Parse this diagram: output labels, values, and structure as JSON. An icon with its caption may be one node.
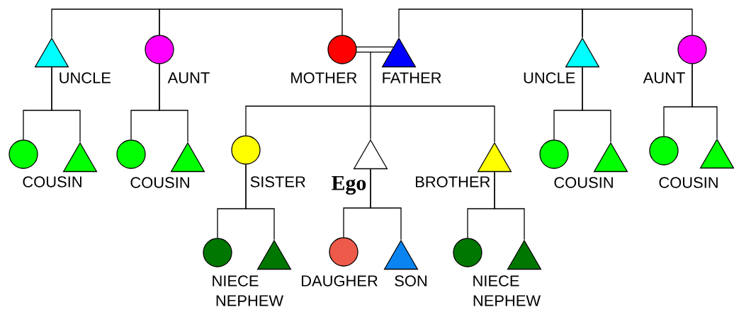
{
  "diagram": {
    "nodes": [
      {
        "text": [],
        "shape": "triangle",
        "beside": [
          "UNCLE"
        ]
      },
      {
        "text": [],
        "shape": "circle",
        "beside": [
          "AUNT"
        ]
      },
      {
        "text": [],
        "shape": "circle",
        "beside": [
          "MOTHER"
        ]
      },
      {
        "text": [],
        "shape": "triangle",
        "beside": [
          "FATHER"
        ]
      },
      {
        "text": [],
        "shape": "triangle",
        "beside": [
          "UNCLE"
        ]
      },
      {
        "text": [],
        "shape": "circle",
        "beside": [
          "AUNT"
        ]
      },
      {
        "text": [],
        "shape": "circle"
      },
      {
        "text": [],
        "shape": "triangle"
      },
      {
        "text": [],
        "shape": "circle"
      },
      {
        "text": [],
        "shape": "triangle"
      },
      {
        "text": [],
        "shape": "circle",
        "beside": [
          "SISTER"
        ]
      },
      {
        "text": [],
        "shape": "triangle",
        "beside": [
          "Ego"
        ]
      },
      {
        "text": [],
        "shape": "triangle",
        "beside": [
          "BROTHER"
        ]
      },
      {
        "text": [],
        "shape": "circle"
      },
      {
        "text": [],
        "shape": "triangle"
      },
      {
        "text": [],
        "shape": "circle"
      },
      {
        "text": [],
        "shape": "triangle"
      },
      {
        "text": [],
        "shape": "circle",
        "beside": [
          "NIECE"
        ]
      },
      {
        "text": [],
        "shape": "triangle",
        "beside": [
          "NEPHEW"
        ]
      },
      {
        "text": [],
        "shape": "circle",
        "beside": [
          "DAUGHER"
        ]
      },
      {
        "text": [],
        "shape": "triangle",
        "beside": [
          "SON"
        ]
      },
      {
        "text": [],
        "shape": "circle",
        "beside": [
          "NIECE"
        ]
      },
      {
        "text": [],
        "shape": "triangle",
        "beside": [
          "NEPHEW"
        ]
      }
    ],
    "edges": [
      {
        "from": 0,
        "to": 1,
        "arrow": "none"
      },
      {
        "from": 1,
        "to": 2,
        "arrow": "none"
      },
      {
        "from": 2,
        "to": 3,
        "arrow": "none"
      },
      {
        "from": 2,
        "to": 3,
        "arrow": "none"
      },
      {
        "from": 3,
        "to": 4,
        "arrow": "none"
      },
      {
        "from": 4,
        "to": 5,
        "arrow": "none"
      },
      {
        "from": 2,
        "to": 10,
        "arrow": "none"
      },
      {
        "from": 2,
        "to": 11,
        "arrow": "none"
      },
      {
        "from": 2,
        "to": 12,
        "arrow": "none"
      },
      {
        "from": 3,
        "to": 10,
        "arrow": "none"
      },
      {
        "from": 3,
        "to": 11,
        "arrow": "none"
      },
      {
        "from": 3,
        "to": 12,
        "arrow": "none"
      },
      {
        "from": 0,
        "to": 6,
        "arrow": "none"
      },
      {
        "from": 0,
        "to": 7,
        "arrow": "none"
      },
      {
        "from": 1,
        "to": 8,
        "arrow": "none"
      },
      {
        "from": 1,
        "to": 9,
        "arrow": "none"
      },
      {
        "from": 4,
        "to": 13,
        "arrow": "none"
      },
      {
        "from": 4,
        "to": 14,
        "arrow": "none"
      },
      {
        "from": 5,
        "to": 15,
        "arrow": "none"
      },
      {
        "from": 5,
        "to": 16,
        "arrow": "none"
      },
      {
        "from": 10,
        "to": 17,
        "arrow": "none"
      },
      {
        "from": 10,
        "to": 18,
        "arrow": "none"
      },
      {
        "from": 11,
        "to": 19,
        "arrow": "none"
      },
      {
        "from": 11,
        "to": 20,
        "arrow": "none"
      },
      {
        "from": 12,
        "to": 21,
        "arrow": "none"
      },
      {
        "from": 12,
        "to": 22,
        "arrow": "none"
      }
    ],
    "labels": [
      "COUSIN",
      "COUSIN",
      "COUSIN",
      "COUSIN"
    ]
  }
}
